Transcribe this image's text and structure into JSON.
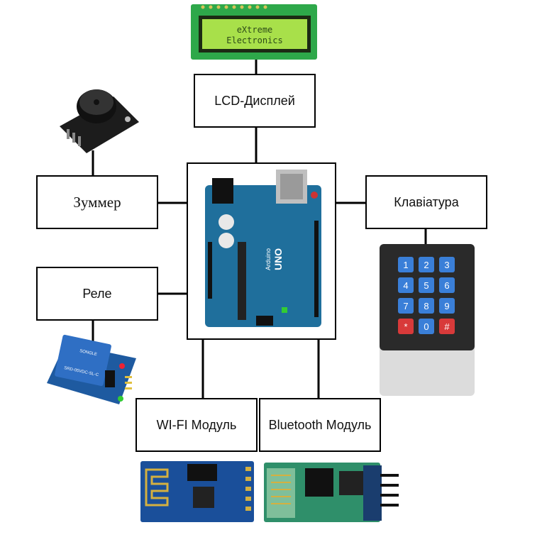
{
  "nodes": {
    "lcd": "LCD-Дисплей",
    "buzzer": "Зуммер",
    "keypad": "Клавіатура",
    "relay": "Реле",
    "wifi": "WI-FI Модуль",
    "bluetooth": "Bluetooth Модуль"
  },
  "lcd_screen": {
    "line1": "eXtreme",
    "line2": "Electronics"
  },
  "arduino": {
    "brand": "Arduino",
    "model": "UNO"
  },
  "relay_module": {
    "brand": "SONGLE",
    "text": "SRD-05VDC-SL-C"
  },
  "keypad_keys": [
    "1",
    "2",
    "3",
    "4",
    "5",
    "6",
    "7",
    "8",
    "9",
    "*",
    "0",
    "#"
  ],
  "colors": {
    "lcd_green": "#a8e04a",
    "lcd_board": "#2ea84a",
    "arduino_blue": "#1f6f9c",
    "relay_blue": "#2f6fc4",
    "keypad_key": "#3a7fd8",
    "wifi_blue": "#1a4f9a",
    "bt_green": "#2f8f6a"
  }
}
